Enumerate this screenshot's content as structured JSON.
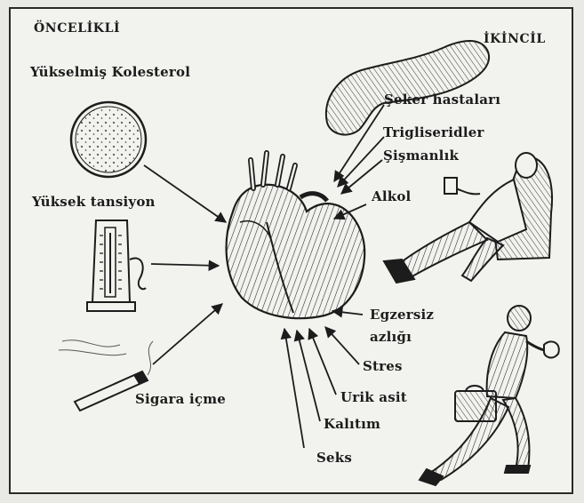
{
  "headings": {
    "primary": "ÖNCELİKLİ",
    "secondary": "İKİNCİL"
  },
  "primary_factors": {
    "cholesterol": "Yükselmiş Kolesterol",
    "blood_pressure": "Yüksek tansiyon",
    "smoking": "Sigara içme"
  },
  "secondary_factors": {
    "diabetes": "Şeker hastaları",
    "triglycerides": "Trigliseridler",
    "obesity": "Şişmanlık",
    "alcohol": "Alkol",
    "inactivity_line1": "Egzersiz",
    "inactivity_line2": "azlığı",
    "stress": "Stres",
    "uric_acid": "Urik asit",
    "heredity": "Kalıtım",
    "sex": "Seks"
  },
  "colors": {
    "ink": "#1c1c1c",
    "paper": "#f2f2ef"
  },
  "icons": [
    "heart-icon",
    "cholesterol-cell-icon",
    "blood-pressure-gauge-icon",
    "cigarette-icon",
    "pancreas-icon",
    "seated-man-icon",
    "running-man-icon"
  ]
}
